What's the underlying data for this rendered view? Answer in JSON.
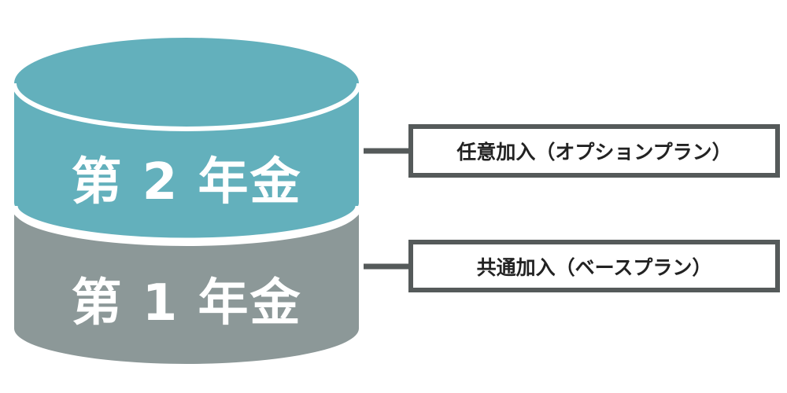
{
  "diagram": {
    "tiers": [
      {
        "id": "year2",
        "title": "第 2 年金",
        "label": "任意加入（オプションプラン）"
      },
      {
        "id": "year1",
        "title": "第 1 年金",
        "label": "共通加入（ベースプラン）"
      }
    ],
    "colors": {
      "year2_fill": "#63b0bc",
      "year1_fill": "#8c9898",
      "connector": "#555a5a",
      "separator": "#ffffff"
    }
  }
}
